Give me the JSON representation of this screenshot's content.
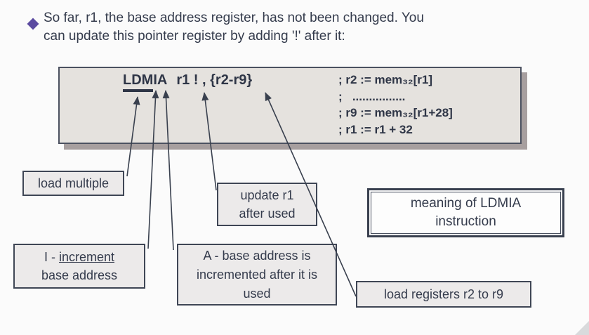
{
  "slide": {
    "bullet_text": "So far, r1, the base address register, has not been changed. You\ncan update this pointer register by adding '!' after it:"
  },
  "code_box": {
    "mnemonic_underlined": "LDM",
    "mnemonic_rest": "IA",
    "operands": "r1 ! , {r2-r9}",
    "comments": "; r2 := mem₃₂[r1]\n;   ................\n; r9 := mem₃₂[r1+28]\n; r1 := r1 + 32"
  },
  "labels": {
    "load_multiple": "load multiple",
    "update_r1": "update r1\nafter used",
    "increment_prefix": "I - ",
    "increment_underlined": "increment",
    "increment_line2": "base address",
    "a_base": "A - base address is\nincremented after it is\nused",
    "load_registers": "load registers r2 to r9",
    "meaning": "meaning of LDMIA\ninstruction"
  },
  "colors": {
    "bullet_accent": "#5b4aa0",
    "text": "#343b4c",
    "code_box_bg": "#e5e2de",
    "code_box_shadow": "#a79f9f",
    "label_bg": "#eceaea",
    "border": "#3f4655",
    "arrow": "#39404e"
  }
}
